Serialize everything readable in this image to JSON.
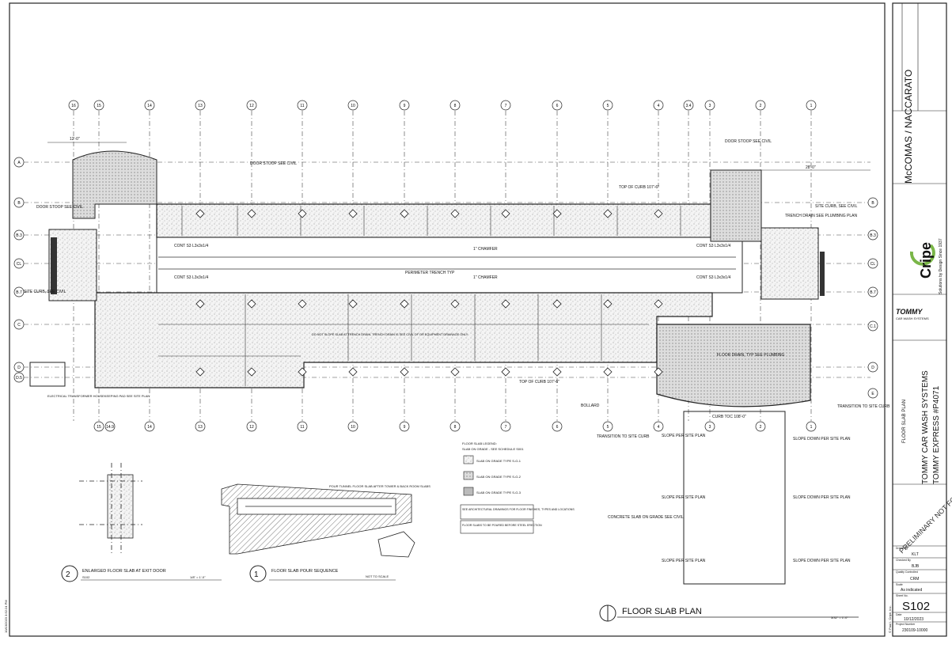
{
  "plan_title": "FLOOR SLAB PLAN",
  "plan_scale": "3/32\" = 1'-0\"",
  "grid_columns": [
    "16",
    "15",
    "14",
    "13",
    "12",
    "11",
    "10",
    "9",
    "8",
    "7",
    "6",
    "5",
    "4",
    "3.4",
    "3",
    "2",
    "1"
  ],
  "grid_columns_bottom": [
    "15",
    "14.9",
    "14",
    "13",
    "12",
    "11",
    "10",
    "9",
    "8",
    "7",
    "6",
    "5",
    "4",
    "3",
    "2",
    "1"
  ],
  "grid_rows_left": [
    "A",
    "B",
    "B.3",
    "CL",
    "B.7",
    "C",
    "D",
    "D.5"
  ],
  "grid_rows_right": [
    "B",
    "B.3",
    "CL",
    "B.7",
    "C.1",
    "D",
    "E"
  ],
  "legend": {
    "title": "FLOOR SLAB LEGEND:",
    "subtitle": "SLAB ON GRADE - SEE SCHEDULE S001",
    "items": [
      "SLAB ON GRADE TYPE S-G-1",
      "SLAB ON GRADE TYPE S-G-2",
      "SLAB ON GRADE TYPE S-G-3"
    ],
    "note1": "SEE ARCHITECTURAL DRAWINGS FOR FLOOR FINISHES, TYPES AND LOCATIONS",
    "note2": "FLOOR SLABS TO BE POURED BEFORE STEEL ERECTION"
  },
  "detail1": {
    "number": "1",
    "title": "FLOOR SLAB POUR SEQUENCE",
    "scale": "NOT TO SCALE",
    "note": "POUR TUNNEL FLOOR SLAB AFTER TOWER & BACK ROOM SLABS"
  },
  "detail2": {
    "number": "2",
    "title": "ENLARGED FLOOR SLAB AT EXIT DOOR",
    "ref": "S102",
    "scale": "1/8\" = 1'-0\""
  },
  "annotations": {
    "door_stoop_civil": "DOOR STOOP SEE CIVIL",
    "site_curb": "SITE CURB, SEE CIVIL",
    "top_of_curb_1": "TOP OF CURB 107'-6\"",
    "top_of_curb_2": "TOP OF CURB 107'-6\"",
    "chamfer": "1\" CHAMFER",
    "perimeter_trench": "PERIMETER TRENCH TYP",
    "trench_drain": "TRENCH DRAIN SEE PLUMBING PLAN",
    "floor_drain": "FLOOR DRAIN, TYP SEE PLUMBING",
    "do_not_slope": "DO NOT SLOPE SLAB AT TRENCH DRAIN. TRENCH DRAIN IS SEE CIVIL OF OR EQUIPMENT DRAINAGE ONLY.",
    "transition_curb": "TRANSITION TO SITE CURB",
    "bollard": "BOLLARD",
    "electrical": "ELECTRICAL TRANSFORMER HOUSEKEEPING PAD SEE SITE PLAN",
    "concrete_slab": "CONCRETE SLAB ON GRADE SEE CIVIL",
    "slope_per_site": "SLOPE PER SITE PLAN",
    "slope_down": "SLOPE DOWN PER SITE PLAN",
    "curb": "CURB TOC 108'-0\"",
    "cont_s1": "CONT S3 L3x3x1/4",
    "dim_28": "28'-0\"",
    "dim_12": "12'-0\""
  },
  "title_block": {
    "firm": "McCOMAS / NACCARATO",
    "cripe": "Cripe",
    "cripe_tag": "Solutions by Design Since 1937",
    "client_logo": "TOMMY",
    "client_sub": "CAR WASH SYSTEMS",
    "project_owner": "TOMMY CAR WASH SYSTEMS",
    "project_name": "TOMMY EXPRESS #P4071",
    "sheet_desc": "FLOOR SLAB PLAN",
    "stamp": "PRELIMINARY NOT FOR CONSTRUCTION",
    "drawn_by_label": "Drawn By",
    "drawn_by": "KLT",
    "checked_by_label": "Checked By",
    "checked_by": "BJB",
    "qc_label": "Quality Controlled",
    "qc": "CRM",
    "scale_label": "Scale",
    "scale": "As indicated",
    "sheet_label": "Sheet No.",
    "sheet_no": "S102",
    "date_label": "Date",
    "date": "10/12/2023",
    "project_no_label": "Project Number",
    "project_no": "230109-10000",
    "copyright": "© Paul I. Cripe, Inc.",
    "timestamp": "10/13/2023 3:52:24 PM"
  }
}
